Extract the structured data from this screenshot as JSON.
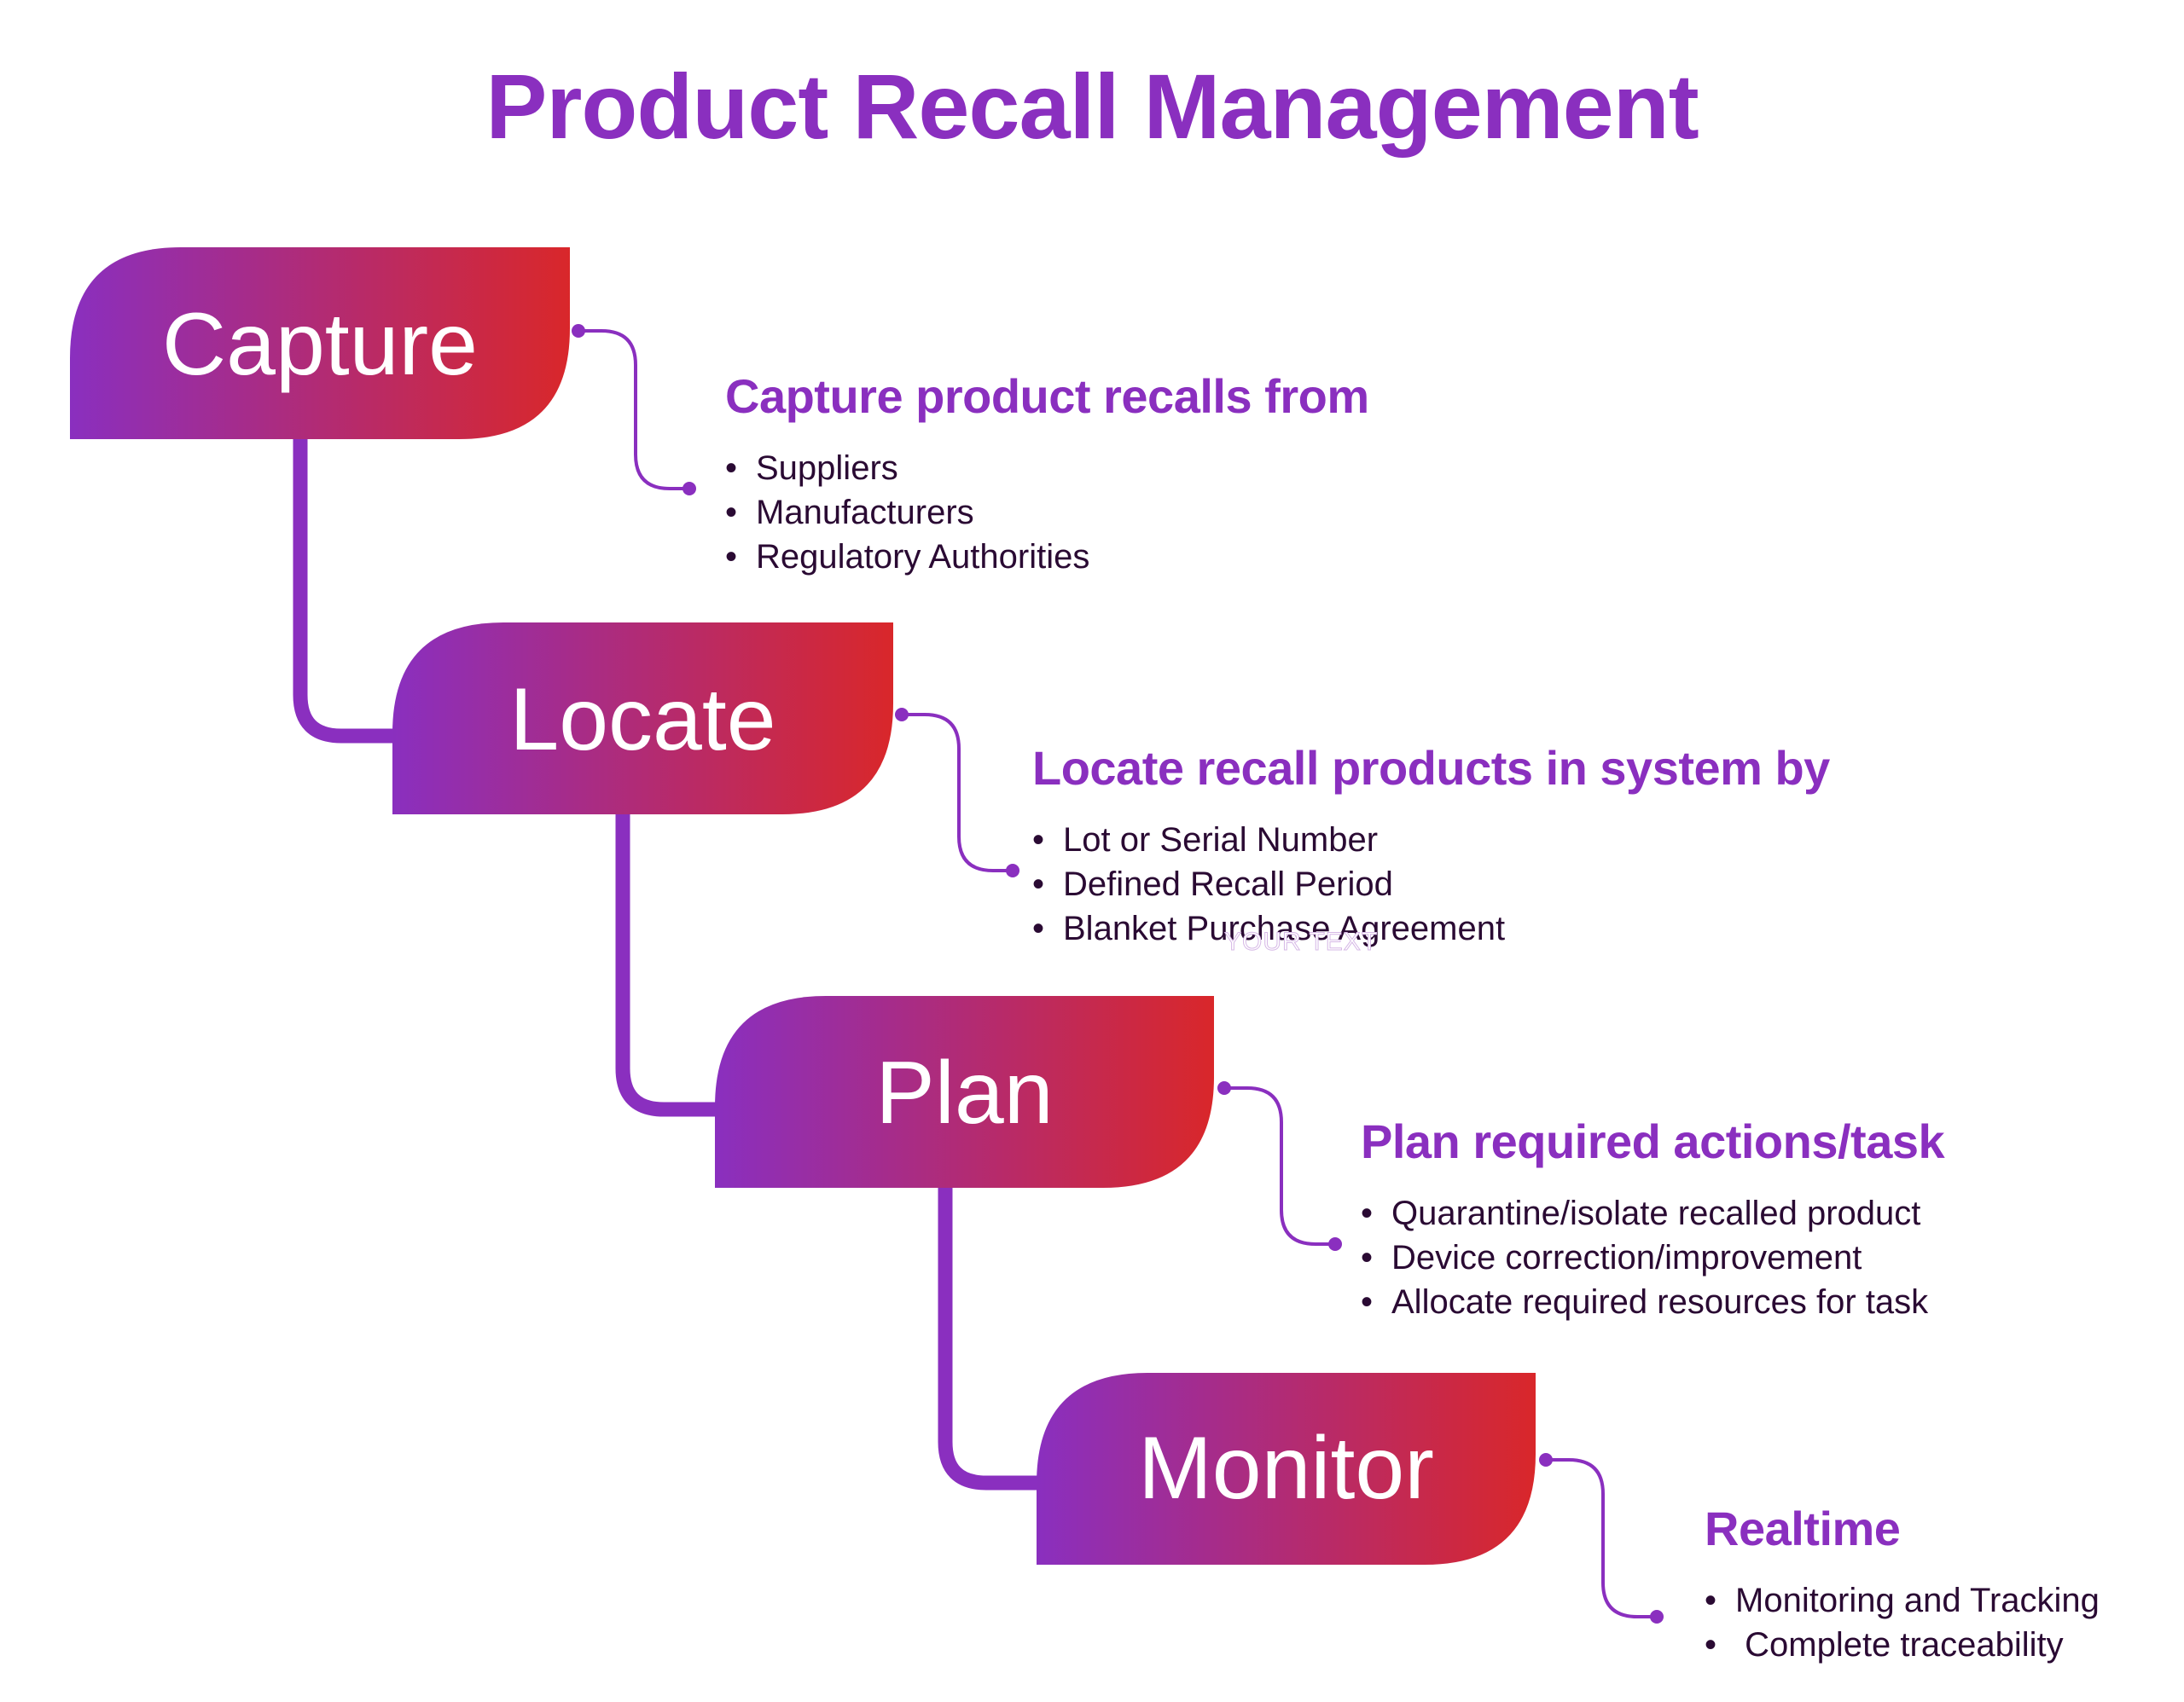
{
  "title": "Product Recall Management",
  "colors": {
    "accent": "#8a2fbf",
    "gradient_start": "#8a2fbf",
    "gradient_end": "#d9272a",
    "body_text": "#2a0a33",
    "label_text": "#ffffff"
  },
  "steps": [
    {
      "label": "Capture",
      "heading": "Capture product recalls from",
      "bullet_icon": "•",
      "items": [
        "Suppliers",
        "Manufacturers",
        "Regulatory Authorities"
      ]
    },
    {
      "label": "Locate",
      "heading": "Locate recall products in system by",
      "bullet_icon": "•",
      "items": [
        "Lot or Serial Number",
        "Defined Recall Period",
        "Blanket Purchase Agreement"
      ]
    },
    {
      "label": "Plan",
      "heading": "Plan required actions/task",
      "bullet_icon": "•",
      "items": [
        "Quarantine/isolate recalled product",
        "Device correction/improvement",
        "Allocate required resources for task"
      ]
    },
    {
      "label": "Monitor",
      "heading": "Realtime",
      "bullet_icon": "•",
      "items": [
        "Monitoring and Tracking",
        " Complete traceability"
      ]
    }
  ],
  "watermark": "YOUR TEXT"
}
